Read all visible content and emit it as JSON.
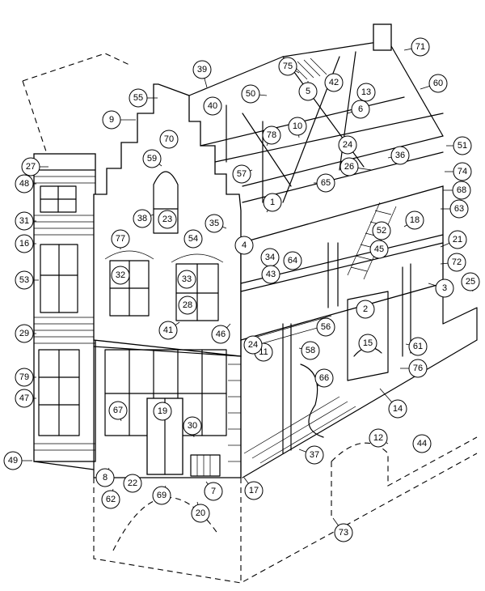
{
  "diagram": {
    "subject": "cutaway drawing of a medieval step-gabled house",
    "callouts": [
      {
        "id": "c1",
        "label": "1"
      },
      {
        "id": "c2",
        "label": "2"
      },
      {
        "id": "c3",
        "label": "3"
      },
      {
        "id": "c4",
        "label": "4"
      },
      {
        "id": "c5",
        "label": "5"
      },
      {
        "id": "c6",
        "label": "6"
      },
      {
        "id": "c7",
        "label": "7"
      },
      {
        "id": "c8",
        "label": "8"
      },
      {
        "id": "c9",
        "label": "9"
      },
      {
        "id": "c10",
        "label": "10"
      },
      {
        "id": "c11",
        "label": "11"
      },
      {
        "id": "c12",
        "label": "12"
      },
      {
        "id": "c13",
        "label": "13"
      },
      {
        "id": "c14",
        "label": "14"
      },
      {
        "id": "c15",
        "label": "15"
      },
      {
        "id": "c16",
        "label": "16"
      },
      {
        "id": "c17",
        "label": "17"
      },
      {
        "id": "c18",
        "label": "18"
      },
      {
        "id": "c19",
        "label": "19"
      },
      {
        "id": "c20",
        "label": "20"
      },
      {
        "id": "c21",
        "label": "21"
      },
      {
        "id": "c22",
        "label": "22"
      },
      {
        "id": "c23",
        "label": "23"
      },
      {
        "id": "c24a",
        "label": "24"
      },
      {
        "id": "c24b",
        "label": "24"
      },
      {
        "id": "c25",
        "label": "25"
      },
      {
        "id": "c26",
        "label": "26"
      },
      {
        "id": "c27",
        "label": "27"
      },
      {
        "id": "c28",
        "label": "28"
      },
      {
        "id": "c29",
        "label": "29"
      },
      {
        "id": "c30",
        "label": "30"
      },
      {
        "id": "c31",
        "label": "31"
      },
      {
        "id": "c32",
        "label": "32"
      },
      {
        "id": "c33",
        "label": "33"
      },
      {
        "id": "c34",
        "label": "34"
      },
      {
        "id": "c35",
        "label": "35"
      },
      {
        "id": "c36",
        "label": "36"
      },
      {
        "id": "c37",
        "label": "37"
      },
      {
        "id": "c38",
        "label": "38"
      },
      {
        "id": "c39",
        "label": "39"
      },
      {
        "id": "c40",
        "label": "40"
      },
      {
        "id": "c41",
        "label": "41"
      },
      {
        "id": "c42",
        "label": "42"
      },
      {
        "id": "c43",
        "label": "43"
      },
      {
        "id": "c44",
        "label": "44"
      },
      {
        "id": "c45",
        "label": "45"
      },
      {
        "id": "c46",
        "label": "46"
      },
      {
        "id": "c47",
        "label": "47"
      },
      {
        "id": "c48",
        "label": "48"
      },
      {
        "id": "c49",
        "label": "49"
      },
      {
        "id": "c50",
        "label": "50"
      },
      {
        "id": "c51",
        "label": "51"
      },
      {
        "id": "c52",
        "label": "52"
      },
      {
        "id": "c53",
        "label": "53"
      },
      {
        "id": "c54",
        "label": "54"
      },
      {
        "id": "c55",
        "label": "55"
      },
      {
        "id": "c56",
        "label": "56"
      },
      {
        "id": "c57",
        "label": "57"
      },
      {
        "id": "c58",
        "label": "58"
      },
      {
        "id": "c59",
        "label": "59"
      },
      {
        "id": "c60",
        "label": "60"
      },
      {
        "id": "c61",
        "label": "61"
      },
      {
        "id": "c62",
        "label": "62"
      },
      {
        "id": "c63",
        "label": "63"
      },
      {
        "id": "c64",
        "label": "64"
      },
      {
        "id": "c65",
        "label": "65"
      },
      {
        "id": "c66",
        "label": "66"
      },
      {
        "id": "c67",
        "label": "67"
      },
      {
        "id": "c68",
        "label": "68"
      },
      {
        "id": "c69",
        "label": "69"
      },
      {
        "id": "c70",
        "label": "70"
      },
      {
        "id": "c71",
        "label": "71"
      },
      {
        "id": "c72",
        "label": "72"
      },
      {
        "id": "c73",
        "label": "73"
      },
      {
        "id": "c74",
        "label": "74"
      },
      {
        "id": "c75",
        "label": "75"
      },
      {
        "id": "c76",
        "label": "76"
      },
      {
        "id": "c77",
        "label": "77"
      },
      {
        "id": "c78",
        "label": "78"
      },
      {
        "id": "c79",
        "label": "79"
      }
    ]
  }
}
